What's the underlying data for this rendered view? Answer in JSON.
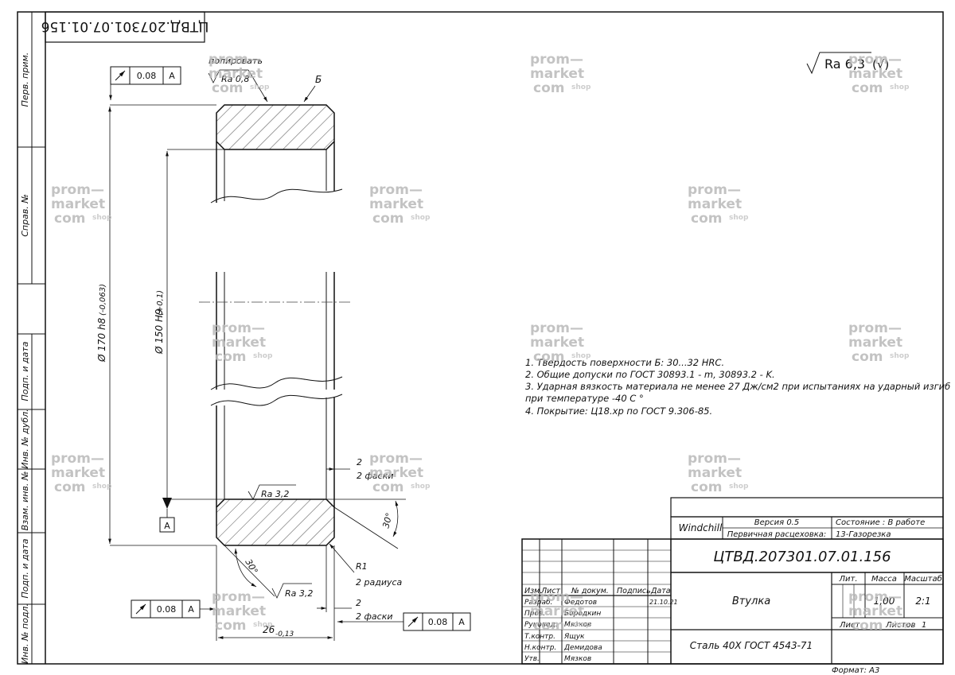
{
  "stamp_mirrored": "ЦТВД.207301.07.01.156",
  "side_labels": [
    "Перв. прим.",
    "Справ. №",
    "Подп. и дата",
    "Инв. № дубл.",
    "Взам. инв. №",
    "Подп. и дата",
    "Инв. № подл."
  ],
  "roughness_general": {
    "label": "Ra 6,3",
    "bracket": "(√)"
  },
  "drawing": {
    "polish_note": "полировать",
    "ra_08": "Ra 0,8",
    "surface_b": "Б",
    "gdt_top": {
      "value": "0.08",
      "datum": "A"
    },
    "gdt_bottom_left": {
      "value": "0.08",
      "datum": "A"
    },
    "gdt_bottom_right": {
      "value": "0.08",
      "datum": "A"
    },
    "datum_a": "A",
    "dia_170": "Ø 170 h8",
    "dia_170_tol": "(-0,063)",
    "dia_150": "Ø 150 H9",
    "dia_150_tol": "(+0,1)",
    "ra_32_a": "Ra 3,2",
    "ra_32_b": "Ra 3,2",
    "chamfer_top_num": "2",
    "chamfer_top_text": "2 фаски",
    "chamfer_bot_num": "2",
    "chamfer_bot_text": "2 фаски",
    "angle_right": "30°",
    "angle_left": "30°",
    "radius": "R1",
    "radius_text": "2 радиуса",
    "width": "26",
    "width_tol": "-0,13"
  },
  "notes": [
    "1. Твердость поверхности Б: 30...32 HRC.",
    "2. Общие допуски по ГОСТ 30893.1 - m, 30893.2 - K.",
    "3. Ударная вязкость материала не менее 27 Дж/см2 при испытаниях на ударный изгиб",
    "при температуре -40 С °",
    "4. Покрытие: Ц18.хр по ГОСТ 9.306-85."
  ],
  "title_block": {
    "system": "Windchill",
    "version": "Версия 0.5",
    "state": "Состояние : В работе",
    "primary_spec_label": "Первичная расцеховка:",
    "primary_spec_value": "13-Газорезка",
    "designation": "ЦТВД.207301.07.01.156",
    "part_name": "Втулка",
    "material": "Сталь 40Х ГОСТ 4543-71",
    "col_headers": [
      "Изм.",
      "Лист",
      "№ докум.",
      "Подпись",
      "Дата"
    ],
    "roles": [
      {
        "role": "Разраб.",
        "name": "Федотов",
        "date": "21.10.21"
      },
      {
        "role": "Пров.",
        "name": "Бородкин",
        "date": ""
      },
      {
        "role": "Руковод.",
        "name": "Мязков",
        "date": ""
      },
      {
        "role": "Т.контр.",
        "name": "Ящук",
        "date": ""
      },
      {
        "role": "Н.контр.",
        "name": "Демидова",
        "date": ""
      },
      {
        "role": "Утв.",
        "name": "Мязков",
        "date": ""
      }
    ],
    "lit_label": "Лит.",
    "mass_label": "Масса",
    "scale_label": "Масштаб",
    "mass_value": "1,00",
    "scale_value": "2:1",
    "sheet_label": "Лист",
    "sheets_label": "Листов",
    "sheets_value": "1",
    "format": "Формат: А3"
  },
  "watermark": {
    "line1": "prom—",
    "line2": "market",
    "line3": "com",
    "small": "shop"
  }
}
